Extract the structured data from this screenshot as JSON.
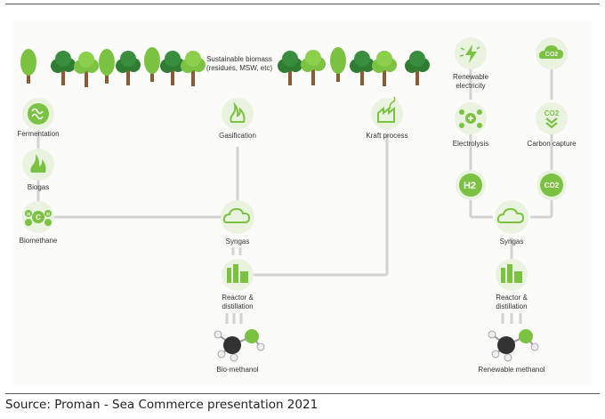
{
  "labels": {
    "sustainable_biomass": "Sustainable biomass (residues, MSW, etc)",
    "fermentation": "Fermentation",
    "biogas": "Biogas",
    "biomethane": "Biomethane",
    "gasification": "Gasification",
    "kraft_process": "Kraft process",
    "syngas_left": "Syngas",
    "reactor_left": "Reactor & distillation",
    "bio_methanol": "Bio-methanol",
    "renewable_electricity": "Renewable electricity",
    "electrolysis": "Electrolysis",
    "carbon_capture": "Carbon capture",
    "syngas_right": "Syngas",
    "reactor_right": "Reactor & distillation",
    "renewable_methanol": "Renewable methanol"
  },
  "icon_text": {
    "co2_top": "CO2",
    "co2_capture": "CO2",
    "co2_mid": "CO2",
    "h2": "H2",
    "methane_c": "C",
    "methane_h": "H"
  },
  "caption": "Source: Proman - Sea Commerce presentation 2021",
  "colors": {
    "icon_green": "#7cc242",
    "icon_light": "#e9f3df",
    "connector": "#d3d3d3",
    "tree_dark": "#2e7d32",
    "tree_light": "#7cc242",
    "trunk": "#8d5a36",
    "methanol_carbon": "#333333",
    "methanol_oxygen": "#7cc242",
    "methanol_hydrogen": "#eeeeee"
  }
}
